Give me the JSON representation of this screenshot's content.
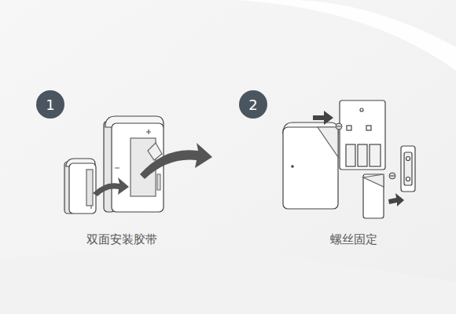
{
  "diagram": {
    "nodes": [
      {
        "text": [
          "1"
        ]
      },
      {
        "text": [
          "2"
        ]
      }
    ],
    "labels": [
      "双面安装胶带",
      "螺丝固定"
    ]
  }
}
